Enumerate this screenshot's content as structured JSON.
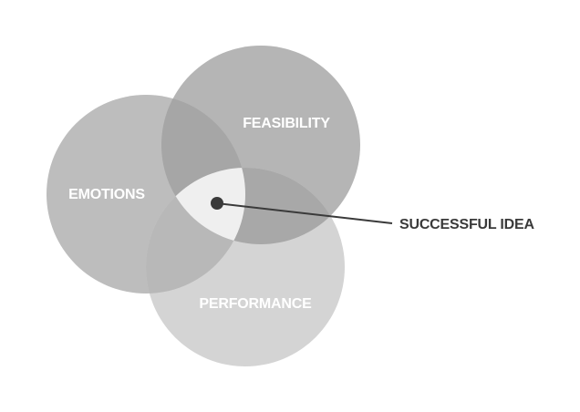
{
  "diagram": {
    "circles": {
      "emotions": "EMOTIONS",
      "feasibility": "FEASIBILITY",
      "performance": "PERFORMANCE"
    },
    "callout": "SUCCESSFUL IDEA"
  },
  "colors": {
    "emotions_fill": "#bdbdbd",
    "feasibility_fill": "#b5b5b5",
    "performance_fill": "#d4d4d4",
    "overlap_emotions_feasibility": "#a6a6a6",
    "overlap_feasibility_performance": "#a8a8a8",
    "overlap_emotions_performance": "#b8b8b8",
    "center_fill": "#efefef",
    "callout_line": "#3a3a3a"
  }
}
